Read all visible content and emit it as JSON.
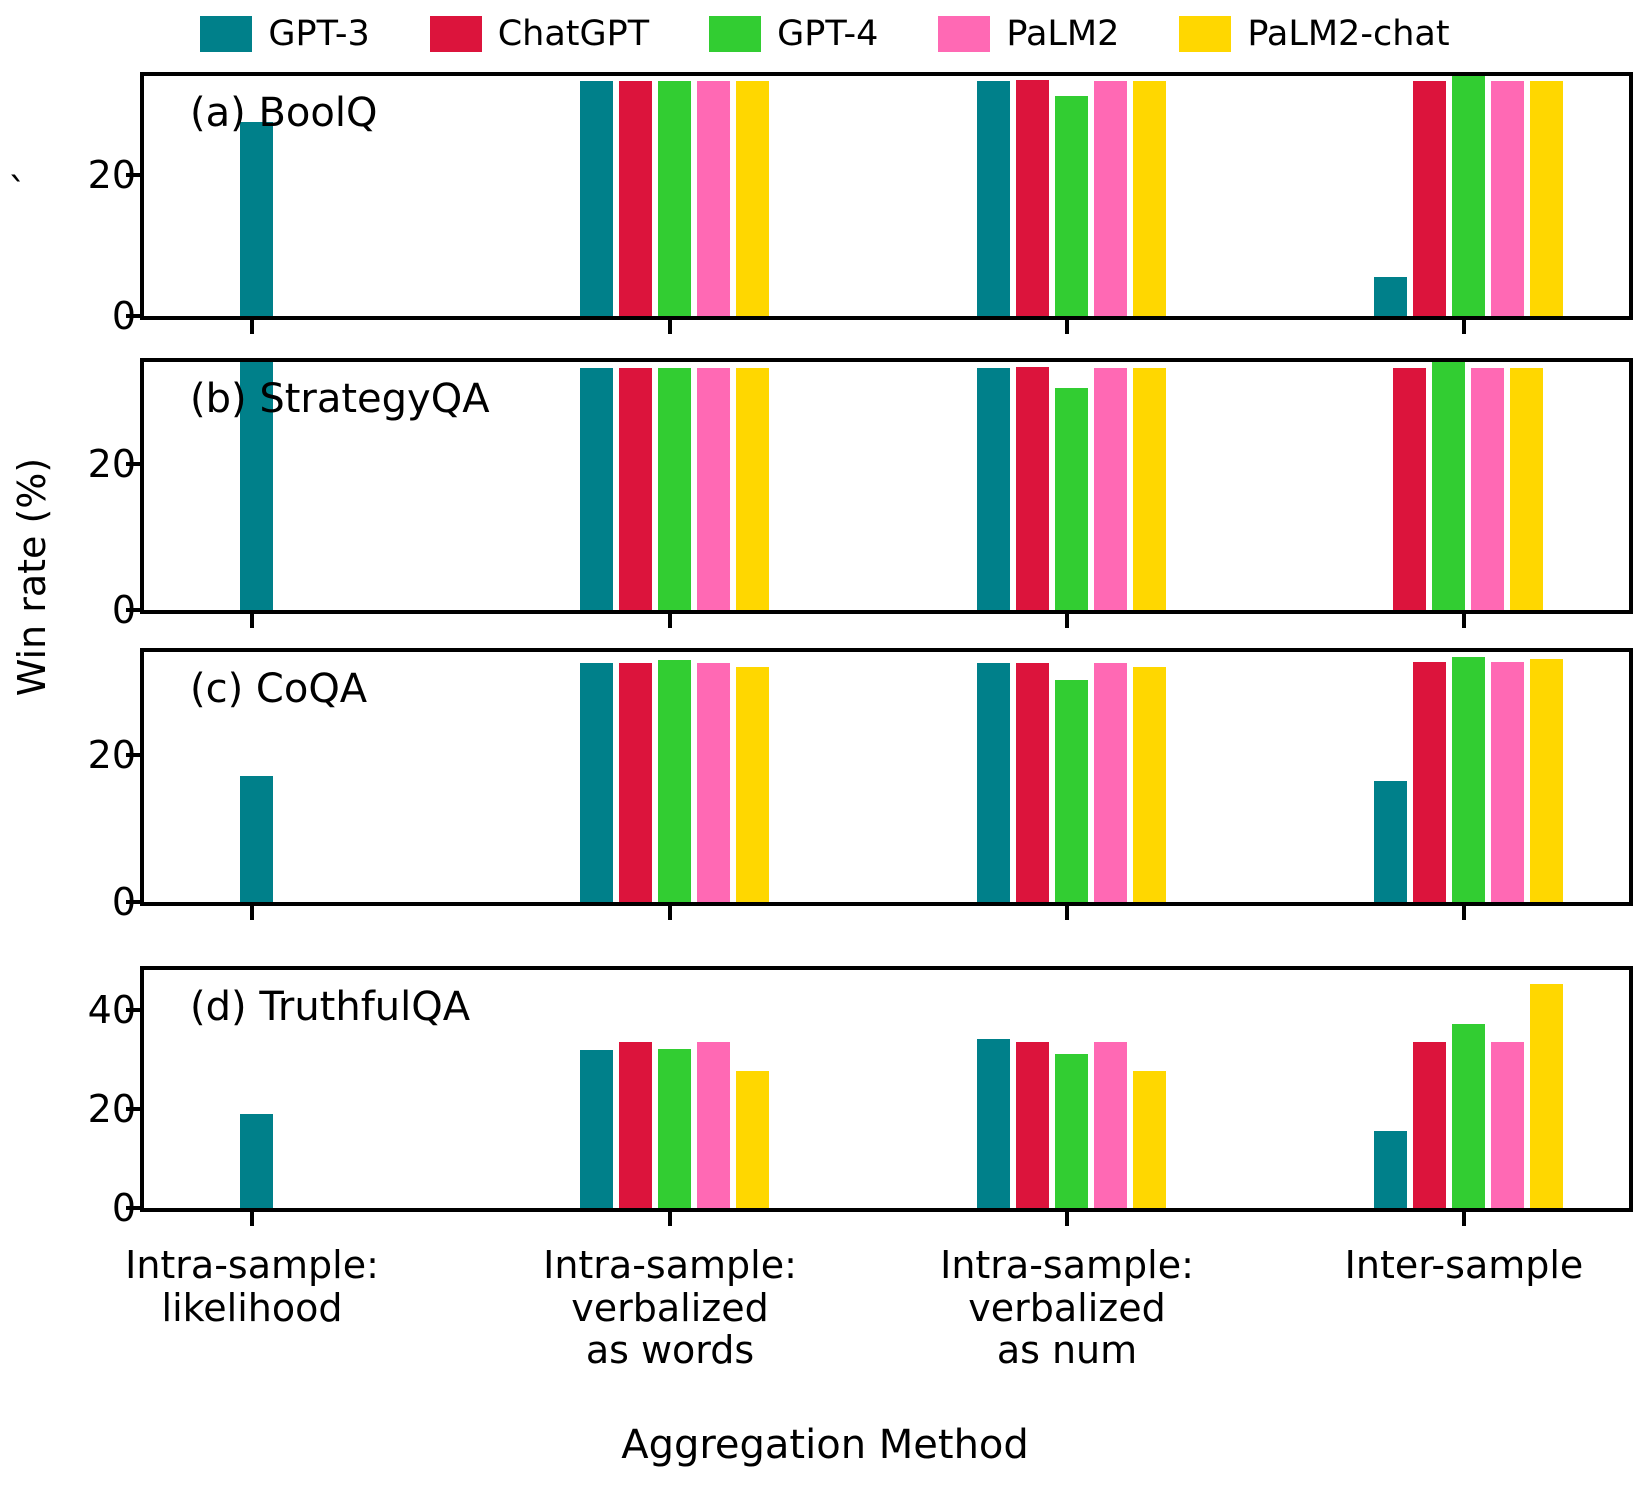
{
  "legend": {
    "entries": [
      {
        "label": "GPT-3",
        "color": "#00808A"
      },
      {
        "label": "ChatGPT",
        "color": "#DC143C"
      },
      {
        "label": "GPT-4",
        "color": "#32CD32"
      },
      {
        "label": "PaLM2",
        "color": "#FF69B4"
      },
      {
        "label": "PaLM2-chat",
        "color": "#FFD700"
      }
    ]
  },
  "axes": {
    "ylabel": "Win rate (%)",
    "xlabel": "Aggregation Method",
    "xtick_labels": [
      "Intra-sample:\nlikelihood",
      "Intra-sample:\nverbalized\nas words",
      "Intra-sample:\nverbalized\nas num",
      "Inter-sample"
    ],
    "xtick_lines": [
      [
        "Intra-sample:",
        "likelihood"
      ],
      [
        "Intra-sample:",
        "verbalized",
        "as words"
      ],
      [
        "Intra-sample:",
        "verbalized",
        "as num"
      ],
      [
        "Inter-sample"
      ]
    ]
  },
  "chart_data": {
    "type": "bar",
    "title": "",
    "xlabel": "Aggregation Method",
    "ylabel": "Win rate (%)",
    "grid": false,
    "legend_position": "top",
    "series_names": [
      "GPT-3",
      "ChatGPT",
      "GPT-4",
      "PaLM2",
      "PaLM2-chat"
    ],
    "series_colors": [
      "#00808A",
      "#DC143C",
      "#32CD32",
      "#FF69B4",
      "#FFD700"
    ],
    "categories": [
      "Intra-sample: likelihood",
      "Intra-sample: verbalized as words",
      "Intra-sample: verbalized as num",
      "Inter-sample"
    ],
    "panels": [
      {
        "key": "a",
        "title": "(a) BoolQ",
        "ylim": [
          0,
          34
        ],
        "yticks": [
          0,
          20
        ],
        "series": [
          {
            "name": "GPT-3",
            "values": [
              27.5,
              33.3,
              33.3,
              5.5
            ]
          },
          {
            "name": "ChatGPT",
            "values": [
              null,
              33.3,
              33.4,
              33.3
            ]
          },
          {
            "name": "GPT-4",
            "values": [
              null,
              33.3,
              31.2,
              34.4
            ]
          },
          {
            "name": "PaLM2",
            "values": [
              null,
              33.3,
              33.3,
              33.3
            ]
          },
          {
            "name": "PaLM2-chat",
            "values": [
              null,
              33.3,
              33.3,
              33.3
            ]
          }
        ]
      },
      {
        "key": "b",
        "title": "(b) StrategyQA",
        "ylim": [
          0,
          34
        ],
        "yticks": [
          0,
          20
        ],
        "series": [
          {
            "name": "GPT-3",
            "values": [
              34.0,
              33.2,
              33.2,
              null
            ]
          },
          {
            "name": "ChatGPT",
            "values": [
              null,
              33.2,
              33.3,
              33.2
            ]
          },
          {
            "name": "GPT-4",
            "values": [
              null,
              33.2,
              30.5,
              34.4
            ]
          },
          {
            "name": "PaLM2",
            "values": [
              null,
              33.2,
              33.2,
              33.2
            ]
          },
          {
            "name": "PaLM2-chat",
            "values": [
              null,
              33.2,
              33.2,
              33.2
            ]
          }
        ]
      },
      {
        "key": "c",
        "title": "(c) CoQA",
        "ylim": [
          0,
          34
        ],
        "yticks": [
          0,
          20
        ],
        "series": [
          {
            "name": "GPT-3",
            "values": [
              17.2,
              32.5,
              32.5,
              16.5
            ]
          },
          {
            "name": "ChatGPT",
            "values": [
              null,
              32.5,
              32.5,
              32.7
            ]
          },
          {
            "name": "GPT-4",
            "values": [
              null,
              32.9,
              30.2,
              33.3
            ]
          },
          {
            "name": "PaLM2",
            "values": [
              null,
              32.5,
              32.5,
              32.6
            ]
          },
          {
            "name": "PaLM2-chat",
            "values": [
              null,
              32.0,
              32.0,
              33.0
            ]
          }
        ]
      },
      {
        "key": "d",
        "title": "(d) TruthfulQA",
        "ylim": [
          0,
          48
        ],
        "yticks": [
          0,
          20,
          40
        ],
        "series": [
          {
            "name": "GPT-3",
            "values": [
              19.0,
              31.8,
              34.0,
              15.5
            ]
          },
          {
            "name": "ChatGPT",
            "values": [
              null,
              33.4,
              33.4,
              33.4
            ]
          },
          {
            "name": "GPT-4",
            "values": [
              null,
              32.0,
              31.0,
              37.2
            ]
          },
          {
            "name": "PaLM2",
            "values": [
              null,
              33.4,
              33.4,
              33.4
            ]
          },
          {
            "name": "PaLM2-chat",
            "values": [
              null,
              27.6,
              27.6,
              45.2
            ]
          }
        ]
      }
    ]
  },
  "layout": {
    "panel_tops": [
      72,
      358,
      648,
      966
    ],
    "panel_heights": [
      248,
      256,
      258,
      246
    ],
    "group_centers": [
      252,
      670,
      1067,
      1464
    ],
    "group_width": 205,
    "stray_glyph": "ˋ"
  }
}
